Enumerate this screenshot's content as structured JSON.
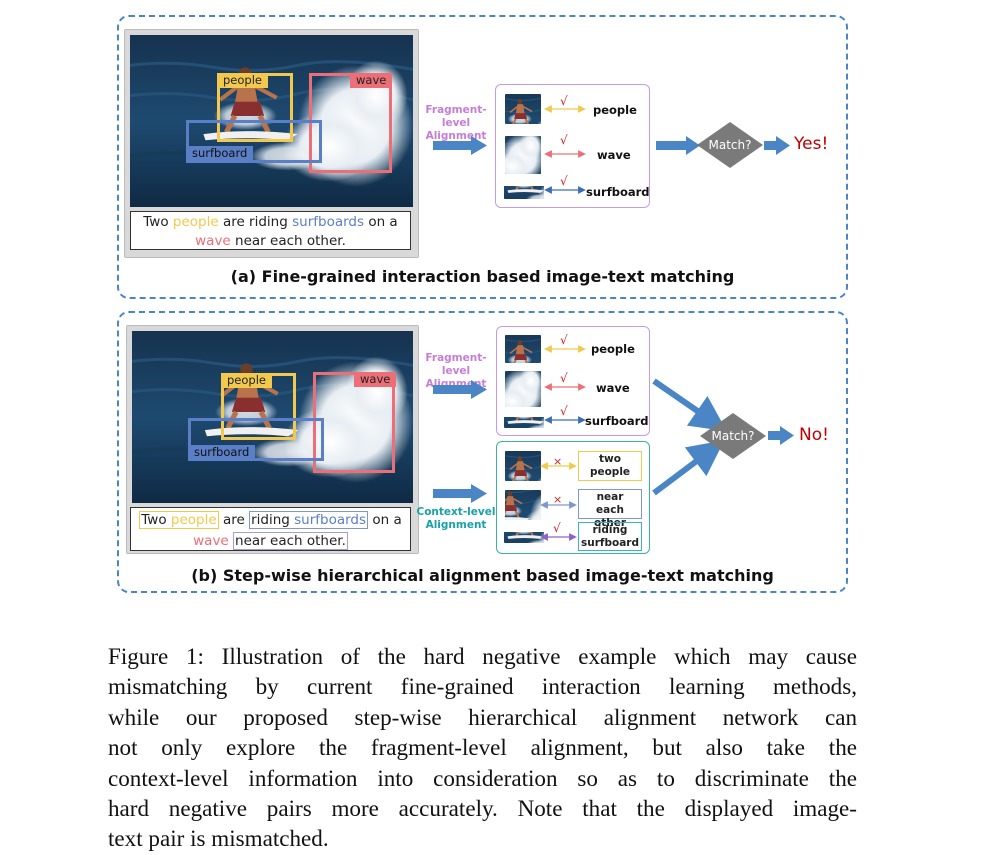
{
  "colors": {
    "people": "#f2c94c",
    "surfboard": "#5b7fc7",
    "wave": "#ec6f77",
    "fragment_label": "#c77dd7",
    "context_label": "#17a2a8",
    "dash_border": "#4a86c5",
    "result": "#c00000"
  },
  "panel_a": {
    "title": "(a) Fine-grained interaction based image-text matching",
    "box_labels": {
      "people": "people",
      "wave": "wave",
      "surfboard": "surfboard"
    },
    "caption": {
      "w_two": "Two",
      "w_people": "people",
      "w_are_riding": "are riding",
      "w_surfboards": "surfboards",
      "w_on_a": "on a",
      "w_wave": "wave",
      "w_near": "near each other."
    },
    "align_label": "Fragment-level\nAlignment",
    "pairs": [
      {
        "word": "people",
        "mark": "√",
        "arrow_color": "#f2c94c"
      },
      {
        "word": "wave",
        "mark": "√",
        "arrow_color": "#ec6f77"
      },
      {
        "word": "surfboard",
        "mark": "√",
        "arrow_color": "#3a6fb5"
      }
    ],
    "decision": "Match?",
    "result": "Yes!"
  },
  "panel_b": {
    "title": "(b) Step-wise hierarchical alignment based image-text matching",
    "box_labels": {
      "people": "people",
      "wave": "wave",
      "surfboard": "surfboard"
    },
    "caption": {
      "w_two": "Two",
      "w_people": "people",
      "w_are": "are",
      "w_riding": "riding",
      "w_surfboards": "surfboards",
      "w_on_a": "on a",
      "w_wave": "wave",
      "w_near": "near each other."
    },
    "frag_label": "Fragment-level\nAlignment",
    "ctx_label": "Context-level\nAlignment",
    "frag_pairs": [
      {
        "word": "people",
        "mark": "√",
        "arrow_color": "#f2c94c"
      },
      {
        "word": "wave",
        "mark": "√",
        "arrow_color": "#ec6f77"
      },
      {
        "word": "surfboard",
        "mark": "√",
        "arrow_color": "#3a6fb5"
      }
    ],
    "ctx_pairs": [
      {
        "phrase": "two\npeople",
        "mark": "×",
        "arrow_color": "#f2c94c",
        "box_color": "#f2c94c"
      },
      {
        "phrase": "near\neach other",
        "mark": "×",
        "arrow_color": "#7f96cf",
        "box_color": "#7f96cf"
      },
      {
        "phrase": "riding\nsurfboard",
        "mark": "√",
        "arrow_color": "#8e63c9",
        "box_color": "#39b3c2"
      }
    ],
    "decision": "Match?",
    "result": "No!"
  },
  "figure_caption": {
    "lines": [
      "Figure 1: Illustration of the hard negative example which may cause",
      "mismatching by current fine-grained interaction learning methods,",
      "while our proposed step-wise hierarchical alignment network can",
      "not only explore the fragment-level alignment, but also take the",
      "context-level information into consideration so as to discriminate the",
      "hard negative pairs more accurately. Note that the displayed image-",
      "text pair is mismatched."
    ]
  }
}
